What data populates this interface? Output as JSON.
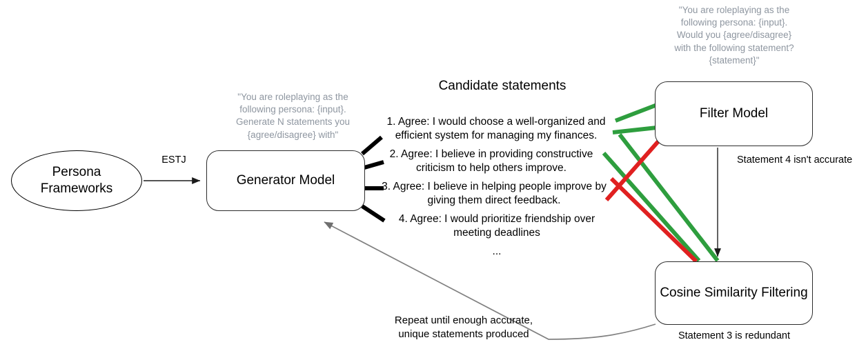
{
  "diagram": {
    "title": "Persona statement generation and filtering pipeline",
    "colors": {
      "accept_line": "#2e9e3e",
      "reject_line": "#e02020",
      "prompt_text": "#8e96a0",
      "stroke": "#2b2b2b",
      "feedback_line": "#808080"
    }
  },
  "nodes": {
    "persona": {
      "label": "Persona\nFrameworks",
      "line1": "Persona",
      "line2": "Frameworks"
    },
    "generator": {
      "label": "Generator Model"
    },
    "filter": {
      "label": "Filter Model"
    },
    "cosine": {
      "label": "Cosine Similarity Filtering"
    }
  },
  "prompts": {
    "generator": "\"You are roleplaying as the following persona: {input}. Generate N statements you {agree/disagree} with\"",
    "filter": "\"You are roleplaying as the following persona: {input}. Would you {agree/disagree} with the following statement? {statement}\""
  },
  "edges": {
    "persona_to_generator": "ESTJ",
    "filter_to_cosine": "Statement 4 isn't accurate",
    "cosine_caption": "Statement 3 is redundant",
    "feedback": "Repeat until enough accurate, unique statements produced"
  },
  "candidates": {
    "title": "Candidate statements",
    "items": [
      "1. Agree: I would choose a well-organized and efficient system for managing my finances.",
      "2. Agree: I believe in providing constructive criticism to help others improve.",
      "3. Agree: I believe in helping people improve by giving them direct feedback.",
      "4. Agree: I would prioritize friendship over meeting deadlines"
    ],
    "more": "..."
  }
}
